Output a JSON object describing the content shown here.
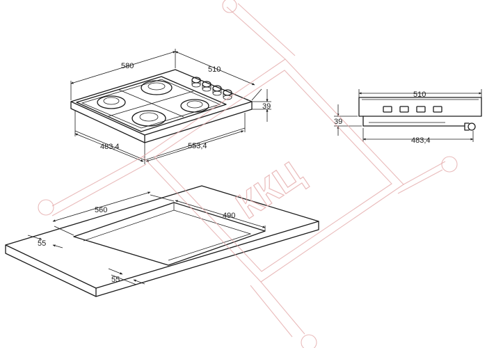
{
  "hob_dims": {
    "width": "580",
    "depth": "510",
    "height": "39",
    "cut_width": "553,4",
    "cut_depth": "483,4"
  },
  "side_dims": {
    "depth": "510",
    "height": "39",
    "cut_depth": "483,4"
  },
  "worktop_dims": {
    "cutout_width": "560",
    "cutout_depth": "490",
    "margin_side": "55",
    "margin_front": "55"
  },
  "watermark": {
    "text": "ККЦ",
    "color": "#e4a9a9"
  }
}
